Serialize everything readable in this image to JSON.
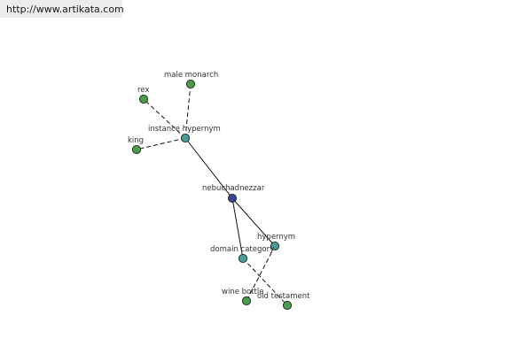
{
  "header": {
    "url": "http://www.artikata.com"
  },
  "colors": {
    "leaf": "#4e9a4e",
    "relation": "#4d9a9a",
    "center": "#3f3f9a"
  },
  "graph": {
    "nodes": [
      {
        "id": "nebuchadnezzar",
        "label": "nebuchadnezzar",
        "kind": "center"
      },
      {
        "id": "instance-hypernym",
        "label": "instance hypernym",
        "kind": "relation"
      },
      {
        "id": "hypernym",
        "label": "hypernym",
        "kind": "relation"
      },
      {
        "id": "domain-category",
        "label": "domain category",
        "kind": "relation"
      },
      {
        "id": "male-monarch",
        "label": "male monarch",
        "kind": "leaf"
      },
      {
        "id": "rex",
        "label": "rex",
        "kind": "leaf"
      },
      {
        "id": "king",
        "label": "king",
        "kind": "leaf"
      },
      {
        "id": "wine-bottle",
        "label": "wine bottle",
        "kind": "leaf"
      },
      {
        "id": "old-testament",
        "label": "old testament",
        "kind": "leaf"
      }
    ],
    "edges": [
      {
        "from": "nebuchadnezzar",
        "to": "instance-hypernym",
        "style": "solid"
      },
      {
        "from": "nebuchadnezzar",
        "to": "hypernym",
        "style": "solid"
      },
      {
        "from": "nebuchadnezzar",
        "to": "domain-category",
        "style": "solid"
      },
      {
        "from": "instance-hypernym",
        "to": "male-monarch",
        "style": "dashed"
      },
      {
        "from": "instance-hypernym",
        "to": "rex",
        "style": "dashed"
      },
      {
        "from": "instance-hypernym",
        "to": "king",
        "style": "dashed"
      },
      {
        "from": "hypernym",
        "to": "wine-bottle",
        "style": "dashed"
      },
      {
        "from": "domain-category",
        "to": "old-testament",
        "style": "dashed"
      }
    ]
  }
}
